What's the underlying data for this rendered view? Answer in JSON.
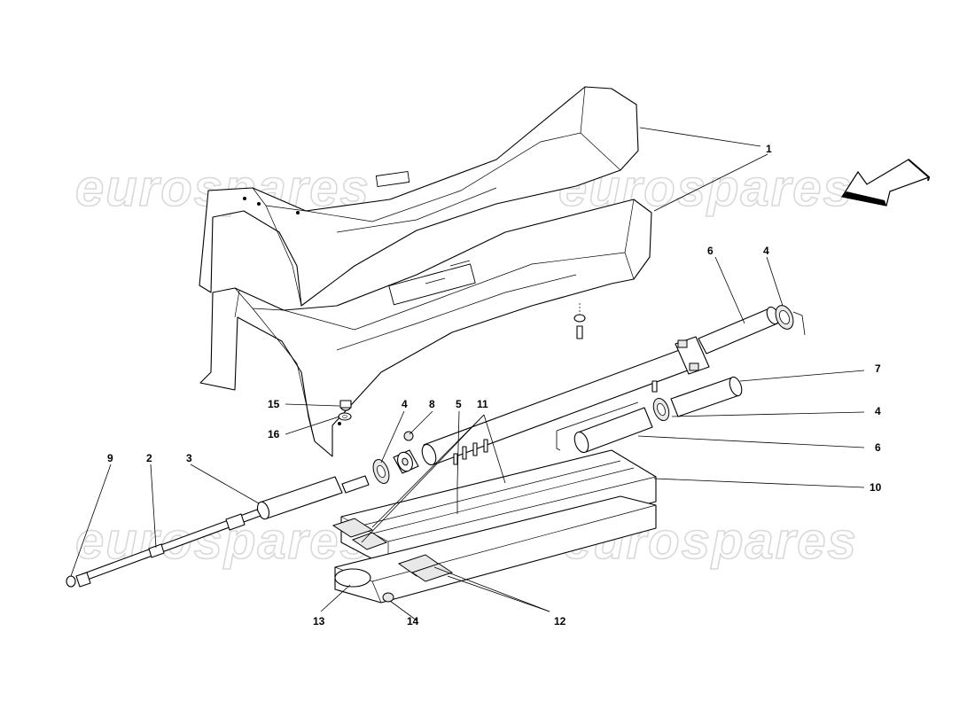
{
  "watermark": {
    "text": "eurospares"
  },
  "callouts": [
    {
      "id": "c1",
      "text": "1"
    },
    {
      "id": "c4a",
      "text": "4"
    },
    {
      "id": "c6a",
      "text": "6"
    },
    {
      "id": "c7",
      "text": "7"
    },
    {
      "id": "c4b",
      "text": "4"
    },
    {
      "id": "c6b",
      "text": "6"
    },
    {
      "id": "c10",
      "text": "10"
    },
    {
      "id": "c15",
      "text": "15"
    },
    {
      "id": "c16",
      "text": "16"
    },
    {
      "id": "c4c",
      "text": "4"
    },
    {
      "id": "c8",
      "text": "8"
    },
    {
      "id": "c5",
      "text": "5"
    },
    {
      "id": "c11",
      "text": "11"
    },
    {
      "id": "c9",
      "text": "9"
    },
    {
      "id": "c2",
      "text": "2"
    },
    {
      "id": "c3",
      "text": "3"
    },
    {
      "id": "c13",
      "text": "13"
    },
    {
      "id": "c14",
      "text": "14"
    },
    {
      "id": "c12",
      "text": "12"
    }
  ],
  "icons": {
    "direction_arrow": "direction-arrow-icon"
  }
}
